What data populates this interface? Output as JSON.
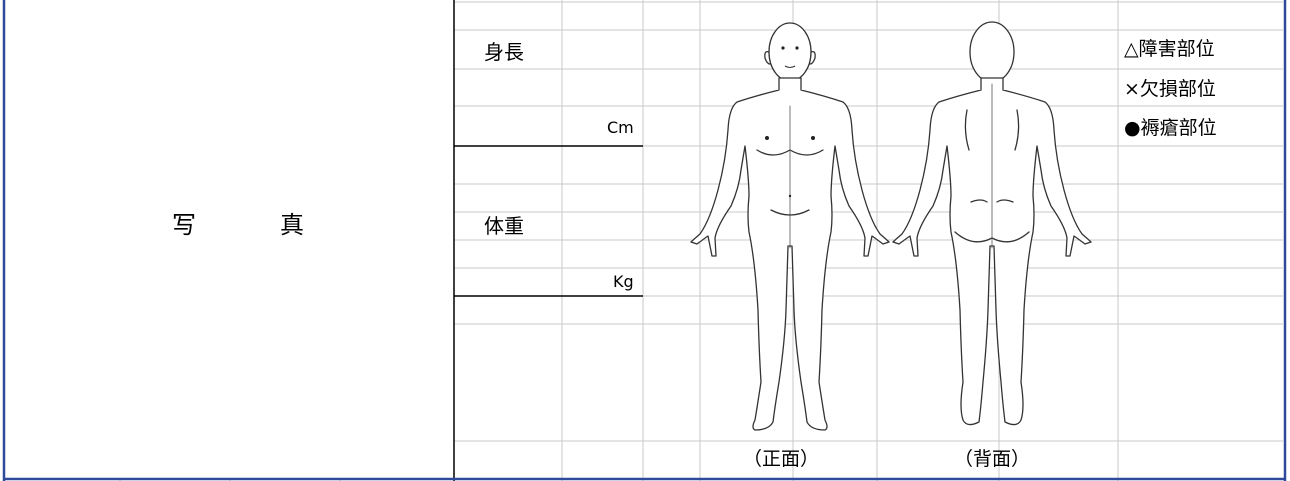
{
  "photo": {
    "label": "写　真"
  },
  "measurements": {
    "height_label": "身長",
    "height_unit": "Cm",
    "weight_label": "体重",
    "weight_unit": "Kg"
  },
  "legend": {
    "items": [
      "△障害部位",
      "×欠損部位",
      "●褥瘡部位"
    ]
  },
  "figures": {
    "front_caption": "（正面）",
    "back_caption": "（背面）"
  },
  "colors": {
    "outer_border": "#2f4a9a",
    "grid_line": "#c8c8c8",
    "separator": "#000000"
  }
}
